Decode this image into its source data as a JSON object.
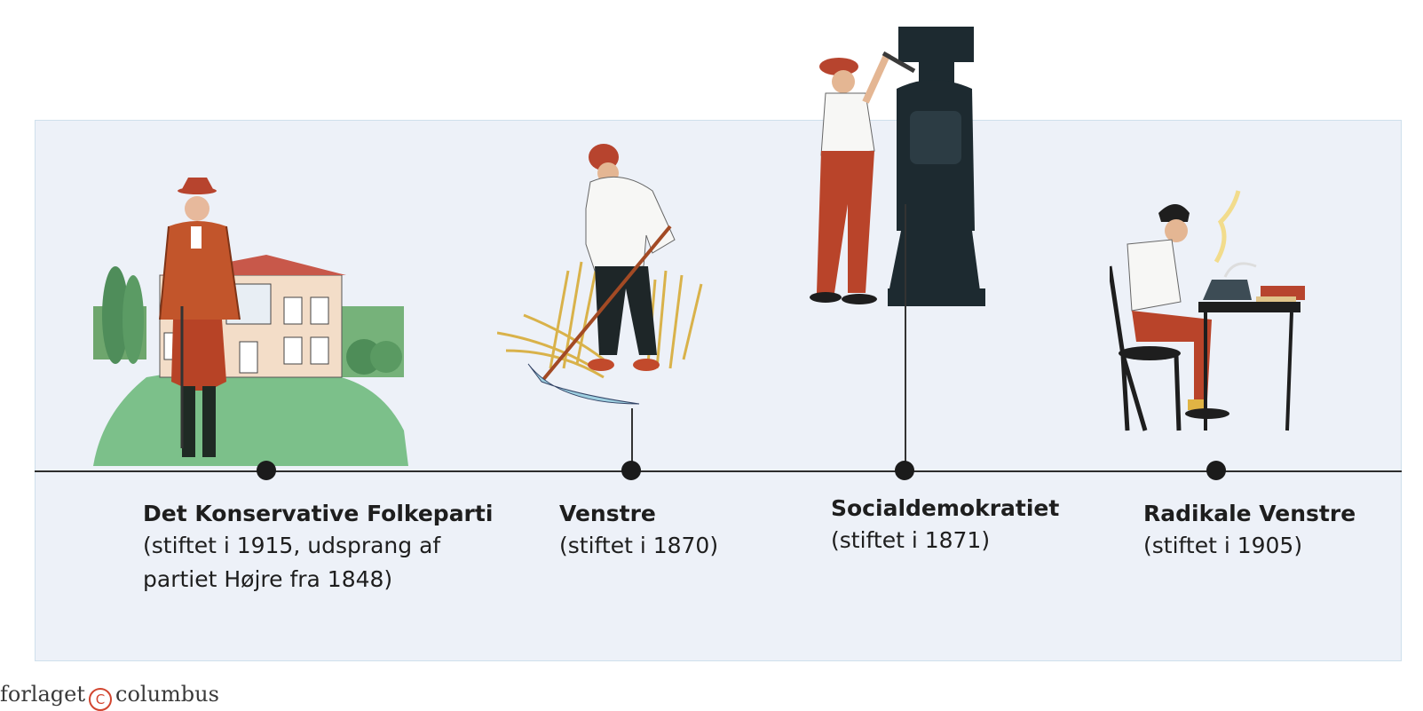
{
  "timeline": {
    "parties": [
      {
        "name": "Det Konservative Folkeparti",
        "founded": "(stiftet i 1915, udsprang af partiet Højre fra 1848)",
        "founded_line1": "(stiftet i 1915, udsprang af",
        "founded_line2": "partiet Højre fra 1848)"
      },
      {
        "name": "Venstre",
        "founded": "(stiftet i 1870)"
      },
      {
        "name": "Socialdemokratiet",
        "founded": "(stiftet i 1871)"
      },
      {
        "name": "Radikale Venstre",
        "founded": "(stiftet i 1905)"
      }
    ]
  },
  "publisher": {
    "left": "forlaget",
    "logo": "C",
    "right": "columbus"
  },
  "colors": {
    "panel": "#edf1f8",
    "line": "#2d2d2d",
    "dot": "#1b1b1b",
    "logo": "#d2452f"
  },
  "icons": [
    "conservative-gentleman-icon",
    "farmer-scythe-icon",
    "worker-machine-icon",
    "writer-typewriter-icon"
  ]
}
